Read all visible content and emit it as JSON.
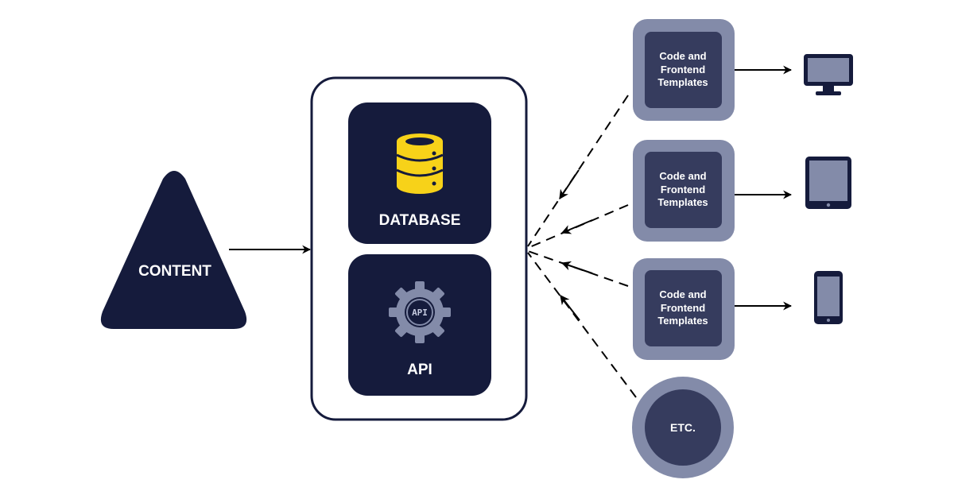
{
  "content": {
    "label": "CONTENT"
  },
  "hub": {
    "database": {
      "label": "DATABASE"
    },
    "api": {
      "label": "API",
      "icon_text": "API"
    }
  },
  "templates": [
    {
      "label": "Code and\nFrontend\nTemplates",
      "device": "desktop-monitor-icon"
    },
    {
      "label": "Code and\nFrontend\nTemplates",
      "device": "tablet-icon"
    },
    {
      "label": "Code and\nFrontend\nTemplates",
      "device": "phone-icon"
    }
  ],
  "etc": {
    "label": "ETC."
  },
  "colors": {
    "navy": "#151b3c",
    "slate": "#838ba9",
    "inner": "#363c5e",
    "gold": "#f7d219"
  }
}
